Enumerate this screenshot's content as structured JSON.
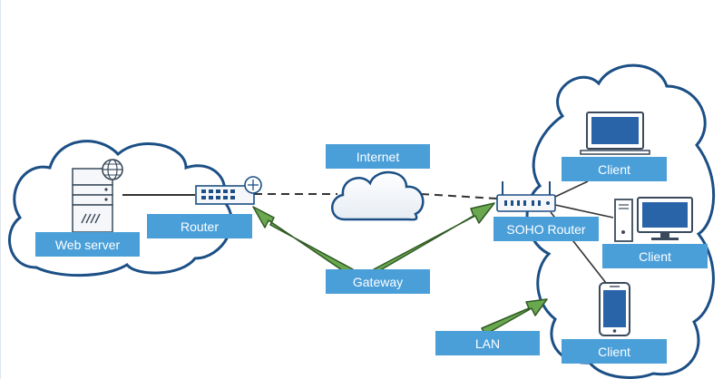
{
  "labels": {
    "web_server": "Web server",
    "router": "Router",
    "internet": "Internet",
    "gateway": "Gateway",
    "soho_router": "SOHO Router",
    "client_laptop": "Client",
    "client_desktop": "Client",
    "client_phone": "Client",
    "lan": "LAN"
  },
  "icons": {
    "web_server": "server-icon",
    "globe": "globe-icon",
    "router": "switch-router-icon",
    "internet": "cloud-icon",
    "soho_router": "wifi-router-icon",
    "laptop": "laptop-icon",
    "desktop": "desktop-computer-icon",
    "phone": "smartphone-icon"
  },
  "colors": {
    "label_bg": "#4a9fd9",
    "label_text": "#ffffff",
    "cloud_stroke": "#1b4f85",
    "arrow_fill": "#6aa84f",
    "arrow_stroke": "#2f5a25"
  }
}
